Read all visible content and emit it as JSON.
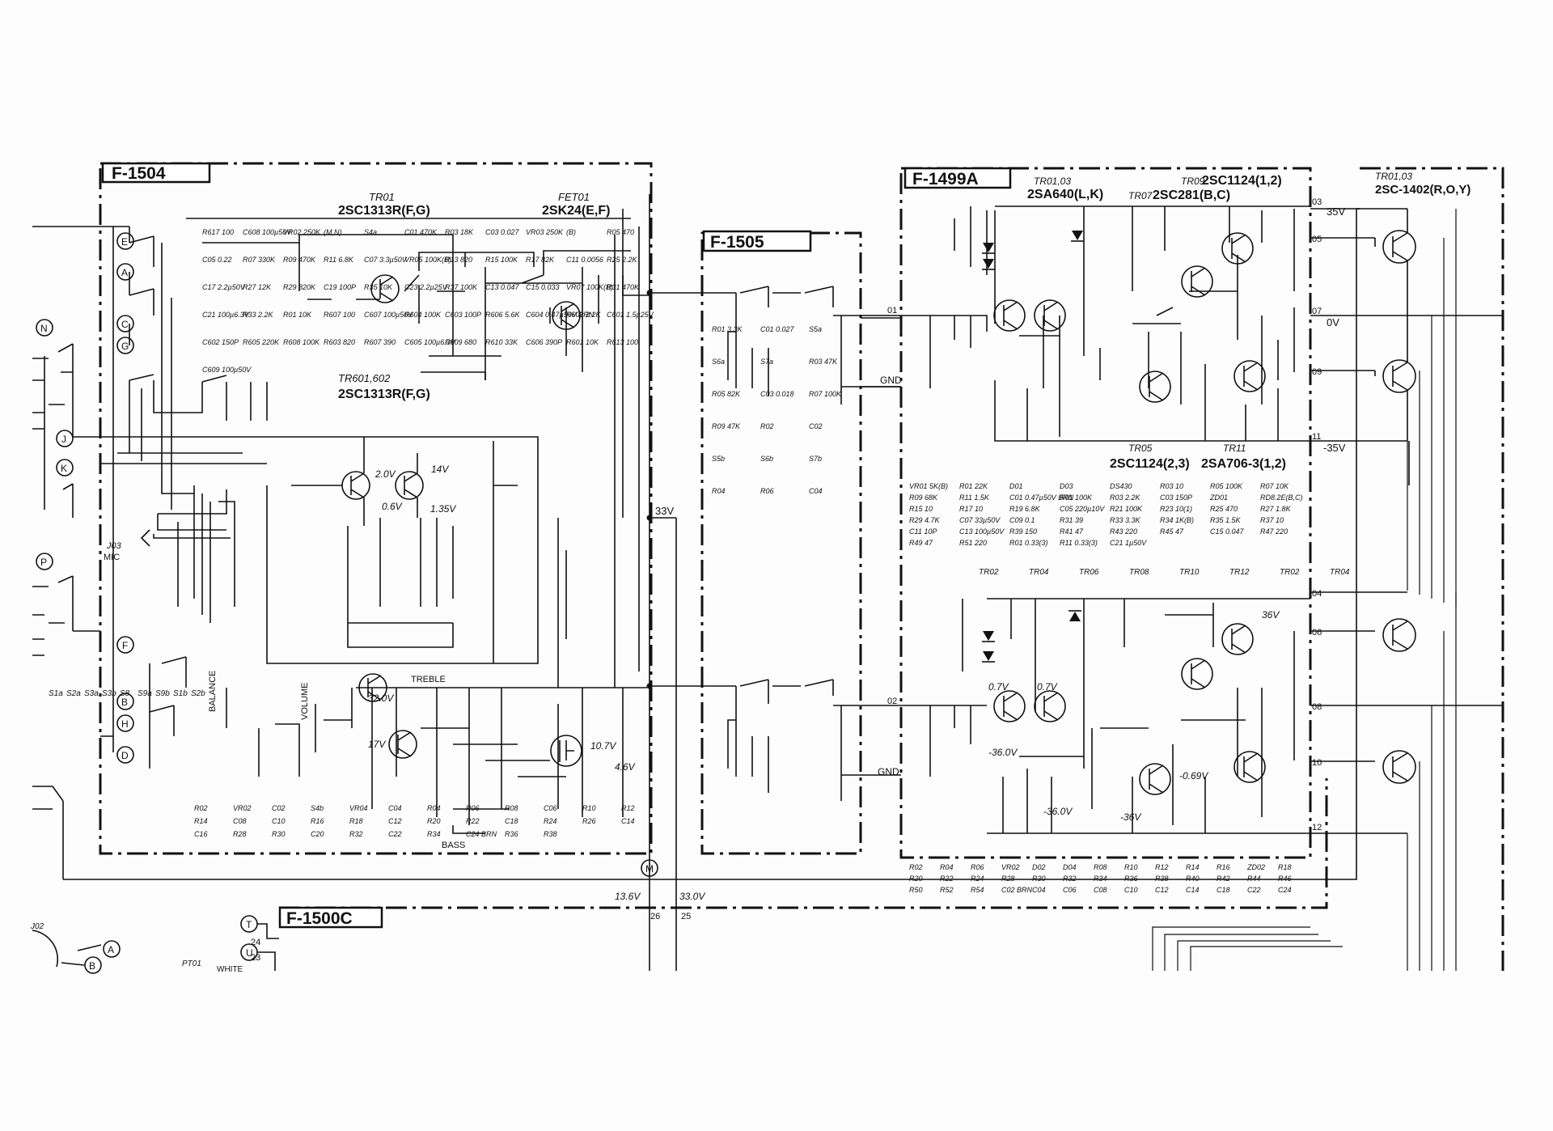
{
  "boards": [
    {
      "id": "F-1504",
      "label": "F-1504"
    },
    {
      "id": "F-1505",
      "label": "F-1505"
    },
    {
      "id": "F-1499A",
      "label": "F-1499A"
    },
    {
      "id": "F-1500C",
      "label": "F-1500C"
    }
  ],
  "transistor_headers": {
    "tr01": "TR01",
    "tr01_part": "2SC1313R(F,G)",
    "fet01": "FET01",
    "fet01_part": "2SK24(E,F)",
    "tr601": "TR601,602",
    "tr601_part": "2SC1313R(F,G)",
    "tr0103": "TR01,03",
    "tr0103_part": "2SA640(L,K)",
    "tr07": "TR07",
    "tr07_part": "2SC281(B,C)",
    "tr09": "TR09",
    "tr09_part": "2SC1124(1,2)",
    "out": "TR01,03",
    "out_part": "2SC-1402(R,O,Y)",
    "tr05": "TR05",
    "tr05_part": "2SC1124(2,3)",
    "tr11": "TR11",
    "tr11_part": "2SA706-3(1,2)"
  },
  "terminals": [
    "E",
    "A",
    "C",
    "G",
    "N",
    "J",
    "K",
    "P",
    "F",
    "B",
    "H",
    "D",
    "M",
    "T",
    "U",
    "A",
    "B"
  ],
  "voltages": [
    "33V",
    "13.6V",
    "33.0V",
    "35V",
    "0V",
    "-35V",
    "36V",
    "32.0V",
    "17V",
    "10.7V",
    "4.6V",
    "14V",
    "1.35V",
    "0.6V",
    "2.0V",
    "0.7V",
    "0.7V",
    "-36.0V",
    "-36.0V",
    "-36V",
    "-0.69V"
  ],
  "controls": {
    "treble": "TREBLE",
    "bass": "BASS",
    "balance": "BALANCE",
    "volume": "VOLUME",
    "mic": "MIC",
    "gnd": "GND",
    "jack": "J03"
  },
  "pins": [
    "03",
    "05",
    "07",
    "09",
    "11",
    "04",
    "06",
    "08",
    "10",
    "12",
    "01",
    "02",
    "26",
    "25",
    "24",
    "23"
  ],
  "upper_components": [
    "R617 100",
    "C608 100µ50V",
    "VR02 250K",
    "(M,N)",
    "S4a",
    "C01 470K",
    "R03 18K",
    "C03 0.027",
    "VR03 250K",
    "(B)",
    "R05 470",
    "C05 0.22",
    "R07 330K",
    "R09 470K",
    "R11 6.8K",
    "C07 3.3µ50V",
    "VR05 100K(B)",
    "R13 820",
    "R15 100K",
    "R17 82K",
    "C11 0.0056",
    "R25 2.2K",
    "C17 2.2µ50V",
    "R27 12K",
    "R29 820K",
    "C19 100P",
    "R35 10K",
    "C23 2.2µ25V",
    "R37 100K",
    "C13 0.047",
    "C15 0.033",
    "VR07 100K(B)",
    "R31 470K",
    "C21 100µ6.3V",
    "R33 2.2K",
    "R01 10K",
    "R607 100",
    "C607 100µ50V",
    "R604 100K",
    "C603 100P",
    "R606 5.6K",
    "C604 0.47µ50V BRN",
    "R602 2.2K",
    "C601 1.5µ25V",
    "C602 150P",
    "R605 220K",
    "R608 100K",
    "R603 820",
    "R607 390",
    "C605 100µ6.3V",
    "R609 680",
    "R610 33K",
    "C606 390P",
    "R601 10K",
    "R613 100",
    "C609 100µ50V"
  ],
  "lower_components": [
    "R02",
    "VR02",
    "C02",
    "S4b",
    "VR04",
    "C04",
    "R04",
    "R06",
    "R08",
    "C06",
    "R10",
    "R12",
    "R14",
    "C08",
    "C10",
    "R16",
    "R18",
    "C12",
    "R20",
    "R22",
    "C18",
    "R24",
    "R26",
    "C14",
    "C16",
    "R28",
    "R30",
    "C20",
    "R32",
    "C22",
    "R34",
    "C24 BRN",
    "R36",
    "R38"
  ],
  "f1505_components": [
    "R01 3.3K",
    "C01 0.027",
    "S5a",
    "S6a",
    "S7a",
    "R03 47K",
    "R05 82K",
    "C03 0.018",
    "R07 100K",
    "R09 47K",
    "R02",
    "C02",
    "S5b",
    "S6b",
    "S7b",
    "R04",
    "R06",
    "C04"
  ],
  "amp_components": [
    "VR01 5K(B)",
    "R01 22K",
    "D01",
    "D03",
    "DS430",
    "R03 10",
    "R05 100K",
    "R07 10K",
    "R09 68K",
    "R11 1.5K",
    "C01 0.47µ50V BRN",
    "R01 100K",
    "R03 2.2K",
    "C03 150P",
    "ZD01",
    "RD8.2E(B,C)",
    "R15 10",
    "R17 10",
    "R19 6.8K",
    "C05 220µ10V",
    "R21 100K",
    "R23 10(1)",
    "R25 470",
    "R27 1.8K",
    "R29 4.7K",
    "C07 33µ50V",
    "C09 0.1",
    "R31 39",
    "R33 3.3K",
    "R34 1K(B)",
    "R35 1.5K",
    "R37 10",
    "C11 10P",
    "C13 100µ50V",
    "R39 150",
    "R41 47",
    "R43 220",
    "R45 47",
    "C15 0.047",
    "R47 220",
    "R49 47",
    "R51 220",
    "R01 0.33(3)",
    "R11 0.33(3)",
    "C21 1µ50V"
  ],
  "amp2_components": [
    "R02",
    "R04",
    "R06",
    "VR02",
    "D02",
    "D04",
    "R08",
    "R10",
    "R12",
    "R14",
    "R16",
    "ZD02",
    "R18",
    "R20",
    "R22",
    "R24",
    "R28",
    "R30",
    "R32",
    "R34",
    "R36",
    "R38",
    "R40",
    "R42",
    "R44",
    "R46",
    "R50",
    "R52",
    "R54",
    "C02 BRN",
    "C04",
    "C06",
    "C08",
    "C10",
    "C12",
    "C14",
    "C18",
    "C22",
    "C24"
  ],
  "amp2_transistors": [
    "TR02",
    "TR04",
    "TR06",
    "TR08",
    "TR10",
    "TR12",
    "TR02",
    "TR04"
  ],
  "bottom_labels": [
    "J02",
    "PT01",
    "WHITE"
  ],
  "switch_labels": [
    "S1a",
    "S2a",
    "S3a",
    "S3b",
    "S8",
    "S9a",
    "S9b",
    "S1b",
    "S2b"
  ]
}
